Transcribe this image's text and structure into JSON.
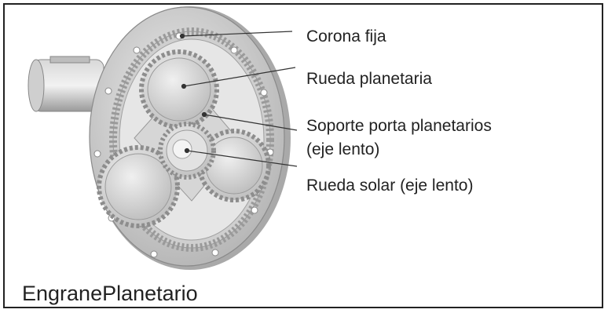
{
  "labels": {
    "corona": "Corona fija",
    "planetaria": "Rueda planetaria",
    "soporte_line1": "Soporte porta planetarios",
    "soporte_line2": "(eje lento)",
    "solar": "Rueda solar (eje lento)"
  },
  "caption": "EngranePlanetario",
  "colors": {
    "frame": "#222222",
    "metal_light": "#e4e4e4",
    "metal_mid": "#c9c9c9",
    "metal_dark": "#8d8d8d",
    "leader": "#333333"
  },
  "icons": {
    "drawing": "planetary-gear-illustration"
  }
}
